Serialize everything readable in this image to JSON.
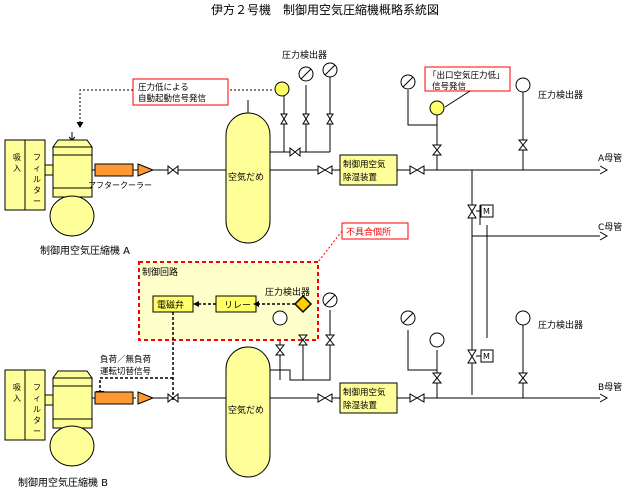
{
  "title": "伊方２号機　制御用空気圧縮機概略系統図",
  "compressor_a": {
    "label": "制御用空気圧縮機 A",
    "intake_filter": "吸入フィルター",
    "aftercooler": "アフタークーラー",
    "auto_start_note": "圧力低による 自動起動信号発信"
  },
  "compressor_b": {
    "label": "制御用空気圧縮機 B",
    "intake_filter": "吸入フィルター",
    "load_signal_note": "負荷／無負荷 運転切替信号"
  },
  "receiver_a": "空気だめ",
  "receiver_b": "空気だめ",
  "dryer_a": "制御用空気 除湿装置",
  "dryer_b": "制御用空気 除湿装置",
  "pressure_detectors": {
    "top_a": "圧力検出器",
    "right_a": "圧力検出器",
    "control_b": "圧力検出器",
    "right_b": "圧力検出器"
  },
  "outlet_low_note": "「出口空気圧力低」 信号発信",
  "headers": {
    "a": "A母管",
    "c": "C母管",
    "b": "B母管"
  },
  "motor_valve_symbol": "M",
  "defect_label": "不具合個所",
  "control_circuit": {
    "title": "制御回路",
    "solenoid": "電磁弁",
    "relay": "リレー"
  },
  "colors": {
    "yellow": "#ffff99",
    "orange": "#ff9933",
    "red": "#ff0000",
    "gauge_yellow": "#ffff66",
    "diamond": "#ffcc00"
  }
}
